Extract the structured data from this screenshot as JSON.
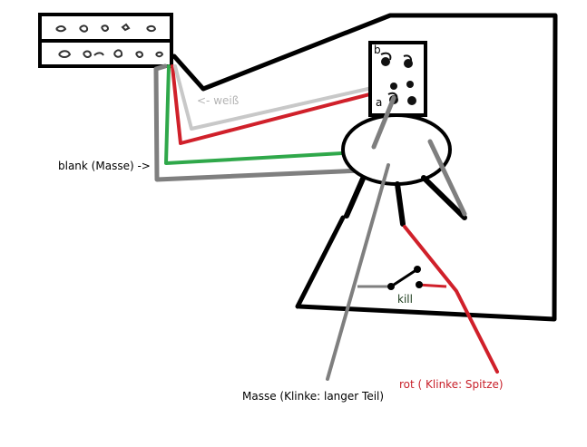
{
  "labels": {
    "weiss": "<- weiß",
    "blank": "blank (Masse) ->",
    "kill": "kill",
    "masse": "Masse (Klinke: langer Teil)",
    "rot": "rot ( Klinke: Spitze)",
    "pot_b": "b",
    "pot_a": "a"
  },
  "colors": {
    "outline": "#000000",
    "ground_wire": "#7f7f7f",
    "white_wire": "#c8c8c8",
    "red_wire": "#d0202a",
    "green_wire": "#2fa84a",
    "weiss_text": "#b4b4b4",
    "blank_text": "#000000",
    "kill_text": "#1b3b1b",
    "masse_text": "#000000",
    "rot_text": "#c8202a"
  },
  "icons": {
    "pickup": "humbucker-pickup-icon",
    "pot": "potentiometer-icon",
    "switch": "kill-switch-icon",
    "jack": "output-jack-icon"
  }
}
